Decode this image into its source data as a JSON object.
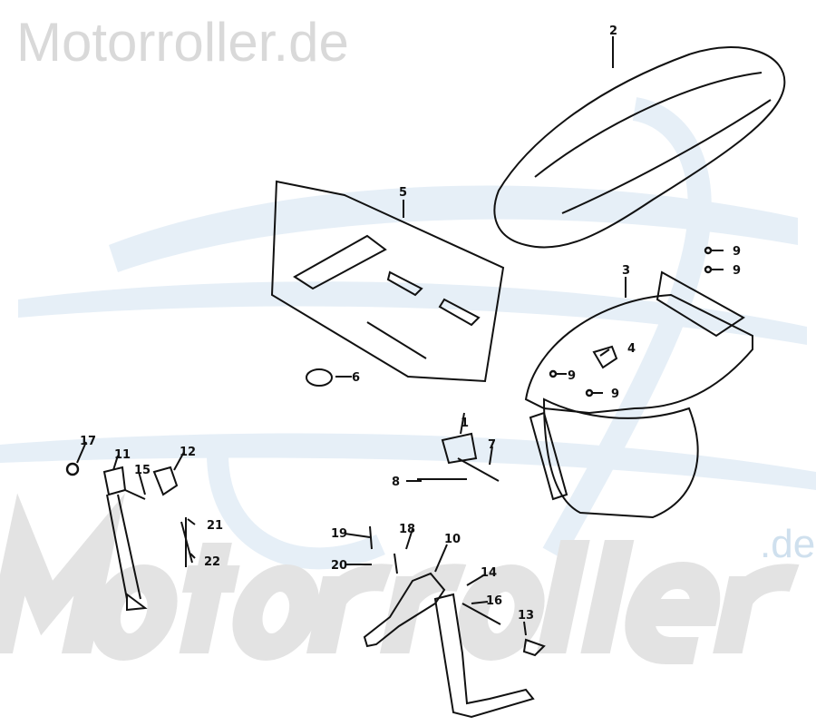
{
  "watermark": {
    "top_text": "Motorroller.de",
    "big_text": "Motorroller",
    "suffix": ".de",
    "accent_color": "#cfe0ee"
  },
  "diagram": {
    "labels": [
      "1",
      "2",
      "3",
      "4",
      "5",
      "6",
      "7",
      "8",
      "9",
      "9",
      "9",
      "9",
      "10",
      "11",
      "12",
      "13",
      "14",
      "15",
      "16",
      "17",
      "18",
      "19",
      "20",
      "21",
      "22"
    ]
  }
}
